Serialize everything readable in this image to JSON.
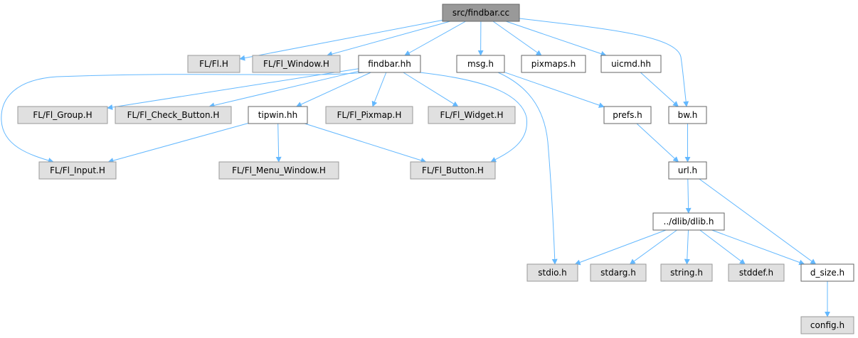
{
  "root": "src/findbar.cc",
  "colors": {
    "edge": "#63b8ff",
    "root_fill": "#999999",
    "system_fill": "#e0e0e0",
    "system_border": "#999999",
    "local_fill": "#ffffff",
    "local_border": "#666666"
  },
  "nodes": [
    {
      "id": "findbar_cc",
      "label": "src/findbar.cc",
      "kind": "root"
    },
    {
      "id": "fl_h",
      "label": "FL/Fl.H",
      "kind": "system"
    },
    {
      "id": "fl_window",
      "label": "FL/Fl_Window.H",
      "kind": "system"
    },
    {
      "id": "findbar_hh",
      "label": "findbar.hh",
      "kind": "local"
    },
    {
      "id": "msg_h",
      "label": "msg.h",
      "kind": "local"
    },
    {
      "id": "pixmaps_h",
      "label": "pixmaps.h",
      "kind": "local"
    },
    {
      "id": "uicmd_hh",
      "label": "uicmd.hh",
      "kind": "local"
    },
    {
      "id": "fl_group",
      "label": "FL/Fl_Group.H",
      "kind": "system"
    },
    {
      "id": "fl_check",
      "label": "FL/Fl_Check_Button.H",
      "kind": "system"
    },
    {
      "id": "tipwin_hh",
      "label": "tipwin.hh",
      "kind": "local"
    },
    {
      "id": "fl_pixmap",
      "label": "FL/Fl_Pixmap.H",
      "kind": "system"
    },
    {
      "id": "fl_widget",
      "label": "FL/Fl_Widget.H",
      "kind": "system"
    },
    {
      "id": "prefs_h",
      "label": "prefs.h",
      "kind": "local"
    },
    {
      "id": "bw_h",
      "label": "bw.h",
      "kind": "local"
    },
    {
      "id": "fl_input",
      "label": "FL/Fl_Input.H",
      "kind": "system"
    },
    {
      "id": "fl_menu_window",
      "label": "FL/Fl_Menu_Window.H",
      "kind": "system"
    },
    {
      "id": "fl_button",
      "label": "FL/Fl_Button.H",
      "kind": "system"
    },
    {
      "id": "url_h",
      "label": "url.h",
      "kind": "local"
    },
    {
      "id": "dlib_h",
      "label": "../dlib/dlib.h",
      "kind": "local"
    },
    {
      "id": "stdio_h",
      "label": "stdio.h",
      "kind": "system"
    },
    {
      "id": "stdarg_h",
      "label": "stdarg.h",
      "kind": "system"
    },
    {
      "id": "string_h",
      "label": "string.h",
      "kind": "system"
    },
    {
      "id": "stddef_h",
      "label": "stddef.h",
      "kind": "system"
    },
    {
      "id": "d_size_h",
      "label": "d_size.h",
      "kind": "local"
    },
    {
      "id": "config_h",
      "label": "config.h",
      "kind": "system"
    }
  ],
  "edges": [
    {
      "from": "findbar_cc",
      "to": "fl_h"
    },
    {
      "from": "findbar_cc",
      "to": "fl_window"
    },
    {
      "from": "findbar_cc",
      "to": "findbar_hh"
    },
    {
      "from": "findbar_cc",
      "to": "msg_h"
    },
    {
      "from": "findbar_cc",
      "to": "pixmaps_h"
    },
    {
      "from": "findbar_cc",
      "to": "uicmd_hh"
    },
    {
      "from": "findbar_cc",
      "to": "bw_h"
    },
    {
      "from": "findbar_hh",
      "to": "fl_group"
    },
    {
      "from": "findbar_hh",
      "to": "fl_check"
    },
    {
      "from": "findbar_hh",
      "to": "tipwin_hh"
    },
    {
      "from": "findbar_hh",
      "to": "fl_pixmap"
    },
    {
      "from": "findbar_hh",
      "to": "fl_widget"
    },
    {
      "from": "findbar_hh",
      "to": "fl_input"
    },
    {
      "from": "findbar_hh",
      "to": "fl_button"
    },
    {
      "from": "tipwin_hh",
      "to": "fl_input"
    },
    {
      "from": "tipwin_hh",
      "to": "fl_menu_window"
    },
    {
      "from": "tipwin_hh",
      "to": "fl_button"
    },
    {
      "from": "msg_h",
      "to": "prefs_h"
    },
    {
      "from": "msg_h",
      "to": "stdio_h"
    },
    {
      "from": "uicmd_hh",
      "to": "bw_h"
    },
    {
      "from": "prefs_h",
      "to": "url_h"
    },
    {
      "from": "bw_h",
      "to": "url_h"
    },
    {
      "from": "url_h",
      "to": "dlib_h"
    },
    {
      "from": "url_h",
      "to": "d_size_h"
    },
    {
      "from": "dlib_h",
      "to": "stdio_h"
    },
    {
      "from": "dlib_h",
      "to": "stdarg_h"
    },
    {
      "from": "dlib_h",
      "to": "string_h"
    },
    {
      "from": "dlib_h",
      "to": "stddef_h"
    },
    {
      "from": "dlib_h",
      "to": "d_size_h"
    },
    {
      "from": "d_size_h",
      "to": "config_h"
    }
  ]
}
